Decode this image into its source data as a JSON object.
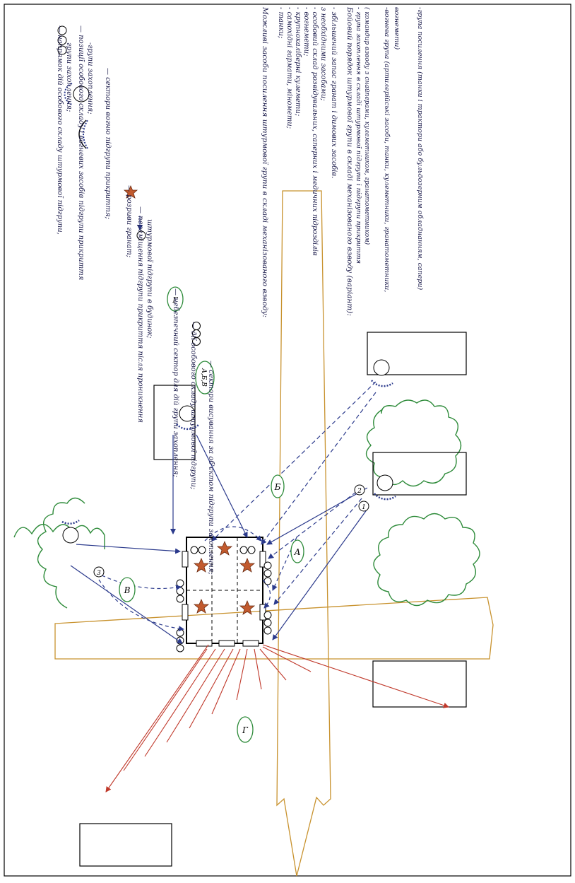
{
  "colors": {
    "frame": "#000000",
    "arrow_blue": "#2b3a8c",
    "road": "#c8922e",
    "bush": "#2e8b3a",
    "fire_sector": "#c0392b",
    "star": "#c25a2e",
    "legend_text": "#1a1a4a"
  },
  "zones": {
    "a": "А",
    "b": "Б",
    "v": "В",
    "g": "Г"
  },
  "markers": {
    "m1": "1",
    "m2": "2",
    "m3": "3"
  },
  "legend": {
    "icon_labels": {
      "numbered_circles": "1 2 3",
      "safe_sector": "Г",
      "sectors_abv": "А,Б,В"
    },
    "items": [
      {
        "icon": "numbered-circles",
        "lines": [
          "— напрямок дій особового складу штурмової підгрупи,",
          "групи захоплення;"
        ]
      },
      {
        "icon": "position-circle",
        "lines": [
          "— позиції особового складу і вогневих засобів підгрупи прикриття",
          "-групи захоплення;"
        ]
      },
      {
        "icon": "fire-sectors",
        "lines": [
          "— сектори вогню підгрупи прикриття;"
        ]
      },
      {
        "icon": "star",
        "lines": [
          "— розриви гранат;"
        ]
      },
      {
        "icon": "arrow-circle",
        "lines": [
          "— переміщення підгрупи прикриття після проникнення",
          "штурмової підгрупи в будинок;"
        ]
      },
      {
        "icon": "safe-sector",
        "lines": [
          "— небезпечний сектор для дій групи захоплення;"
        ]
      },
      {
        "icon": "three-circles",
        "lines": [
          "— дії особового складу штурмової підгрупи;"
        ]
      },
      {
        "icon": "sectors-abv",
        "lines": [
          "— сектори висування за об'єктом підгрупи захоплення;"
        ]
      }
    ]
  },
  "notes": {
    "reinforcement_title": "Можливі засоби посилення штурмової групи в складі механізованого взводу:",
    "reinforcement_items": [
      "- танки;",
      "- самохідні гармати, міномети;",
      "- крупнокаліберні кулемети;",
      "- вогнемети;",
      "- особовий склад розвідувальних, саперних і медичних підрозділів",
      "з необхідними засобами;",
      "- збільшений запас гранат і димових засобів."
    ],
    "order_title": "Бойовий порядок штурмової групи в складі механізованого взводу (варіант):",
    "order_items": [
      "- група захоплення в складі штурмової підгрупи і підгрупи прикриття",
      "( командир взводу з снайперами, кулеметником, гранатометником)",
      "-вогнева група (артилерійські засоби, танки, кулеметники, гранатометники,",
      "вогнемети)",
      "-група посилення (танки і трактори або бульдозерним обладнанням, сапери)"
    ]
  }
}
